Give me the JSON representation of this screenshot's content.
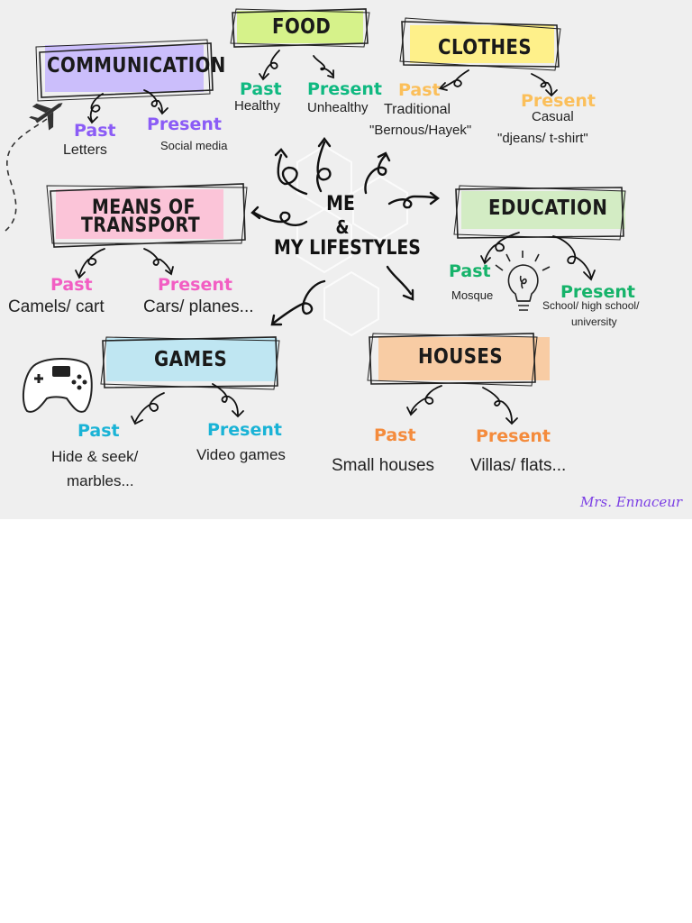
{
  "center": {
    "line1": "ME",
    "line2": "&",
    "line3": "MY LIFESTYLES"
  },
  "categories": {
    "communication": {
      "title": "COMMUNICATION",
      "past": "Past",
      "past_item": "Letters",
      "present": "Present",
      "present_item": "Social media"
    },
    "food": {
      "title": "FOOD",
      "past": "Past",
      "past_item": "Healthy",
      "present": "Present",
      "present_item": "Unhealthy"
    },
    "clothes": {
      "title": "CLOTHES",
      "past": "Past",
      "past_item_1": "Traditional",
      "past_item_2": "\"Bernous/Hayek\"",
      "present": "Present",
      "present_item_1": "Casual",
      "present_item_2": "\"djeans/ t-shirt\""
    },
    "transport": {
      "title_1": "MEANS OF",
      "title_2": "TRANSPORT",
      "past": "Past",
      "past_item": "Camels/ cart",
      "present": "Present",
      "present_item": "Cars/ planes..."
    },
    "education": {
      "title": "EDUCATION",
      "past": "Past",
      "past_item": "Mosque",
      "present": "Present",
      "present_item_1": "School/ high school/",
      "present_item_2": "university"
    },
    "games": {
      "title": "GAMES",
      "past": "Past",
      "past_item_1": "Hide & seek/",
      "past_item_2": "marbles...",
      "present": "Present",
      "present_item": "Video games"
    },
    "houses": {
      "title": "HOUSES",
      "past": "Past",
      "past_item": "Small houses",
      "present": "Present",
      "present_item": "Villas/ flats..."
    }
  },
  "signature": "Mrs. Ennaceur",
  "colors": {
    "communication": "#8b5cf6",
    "food": "#10b981",
    "clothes": "#fbbf5a",
    "transport": "#f25ec3",
    "education": "#16b36a",
    "games": "#1ab3d6",
    "houses": "#f48b3c",
    "signature": "#7b3fe4"
  },
  "icons": [
    "airplane-icon",
    "lightbulb-icon",
    "gamepad-icon"
  ]
}
